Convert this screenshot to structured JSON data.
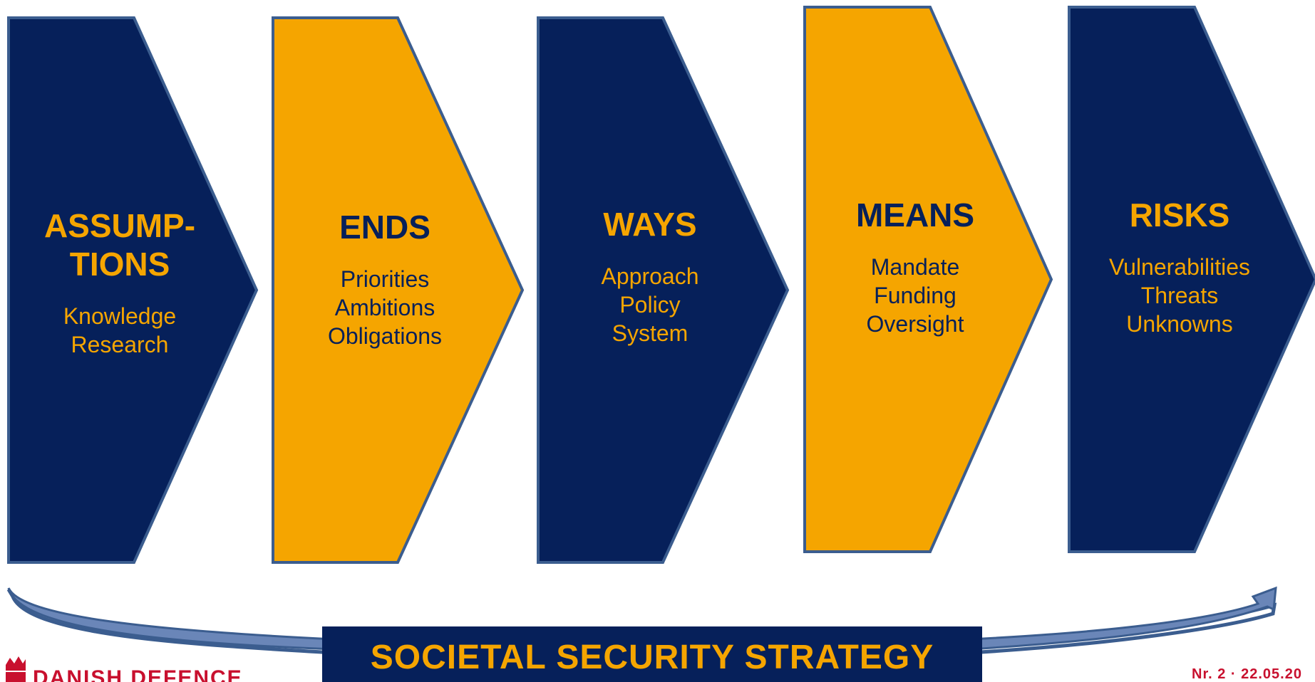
{
  "colors": {
    "navy": "#06205a",
    "gold": "#f5a500",
    "outline": "#3b5d8f",
    "brand_red": "#c8102e"
  },
  "steps": [
    {
      "title": "ASSUMP-\nTIONS",
      "items": [
        "Knowledge",
        "Research"
      ],
      "fill": "navy",
      "text": "gold"
    },
    {
      "title": "ENDS",
      "items": [
        "Priorities",
        "Ambitions",
        "Obligations"
      ],
      "fill": "gold",
      "text": "navy"
    },
    {
      "title": "WAYS",
      "items": [
        "Approach",
        "Policy",
        "System"
      ],
      "fill": "navy",
      "text": "gold"
    },
    {
      "title": "MEANS",
      "items": [
        "Mandate",
        "Funding",
        "Oversight"
      ],
      "fill": "gold",
      "text": "navy"
    },
    {
      "title": "RISKS",
      "items": [
        "Vulnerabilities",
        "Threats",
        "Unknowns"
      ],
      "fill": "navy",
      "text": "gold"
    }
  ],
  "strategy_label": "SOCIETAL SECURITY STRATEGY",
  "logo_text": "DANISH DEFENCE",
  "footer_meta": "Nr. 2 · 22.05.20"
}
